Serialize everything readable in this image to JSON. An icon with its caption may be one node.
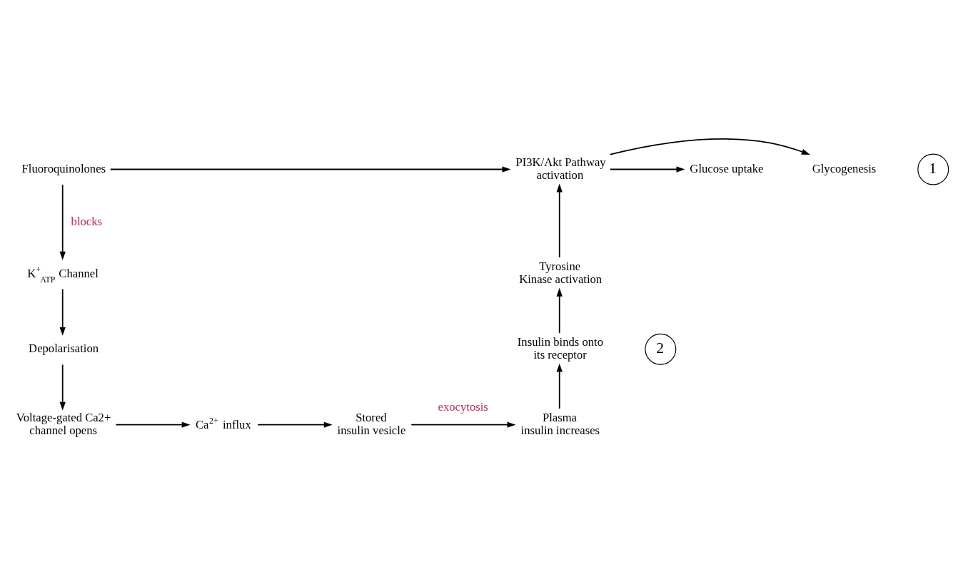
{
  "diagram": {
    "nodes": [
      {
        "text": [
          "Fluoroquinolones"
        ]
      },
      {
        "text": [
          "PI3K/Akt Pathway activation"
        ]
      },
      {
        "text": [
          "Glycogenesis"
        ]
      },
      {
        "text": [
          "Glucose uptake"
        ]
      },
      {
        "text": [
          "K$^{+}$$_{ATP}$ Channel"
        ]
      },
      {
        "text": [
          "Tyrosine Kinase activation"
        ]
      },
      {
        "text": [
          "Depolarisation"
        ]
      },
      {
        "text": [
          "Insulin binds onto its receptor"
        ]
      },
      {
        "text": [
          "Voltage-gated Ca2+ channel opens"
        ]
      },
      {
        "text": [
          "Ca$^{2+}$ influx"
        ]
      },
      {
        "text": [
          "Stored insulin vesicle"
        ]
      },
      {
        "text": [
          "Plasma insulin increases"
        ]
      }
    ],
    "edges": [
      {
        "from": 0,
        "to": 1,
        "arrow": "to"
      },
      {
        "from": 1,
        "to": 2,
        "arrow": "to"
      },
      {
        "from": 1,
        "to": 3,
        "arrow": "to"
      },
      {
        "from": 0,
        "to": 4,
        "arrow": "to",
        "label": "blocks"
      },
      {
        "from": 4,
        "to": 6,
        "arrow": "to"
      },
      {
        "from": 6,
        "to": 8,
        "arrow": "to"
      },
      {
        "from": 8,
        "to": 9,
        "arrow": "to"
      },
      {
        "from": 9,
        "to": 10,
        "arrow": "to"
      },
      {
        "from": 10,
        "to": 11,
        "arrow": "to",
        "label": "exocytosis"
      },
      {
        "from": 11,
        "to": 7,
        "arrow": "to"
      },
      {
        "from": 7,
        "to": 5,
        "arrow": "to"
      },
      {
        "from": 5,
        "to": 1,
        "arrow": "to"
      }
    ],
    "labels": [
      "1",
      "2"
    ]
  }
}
